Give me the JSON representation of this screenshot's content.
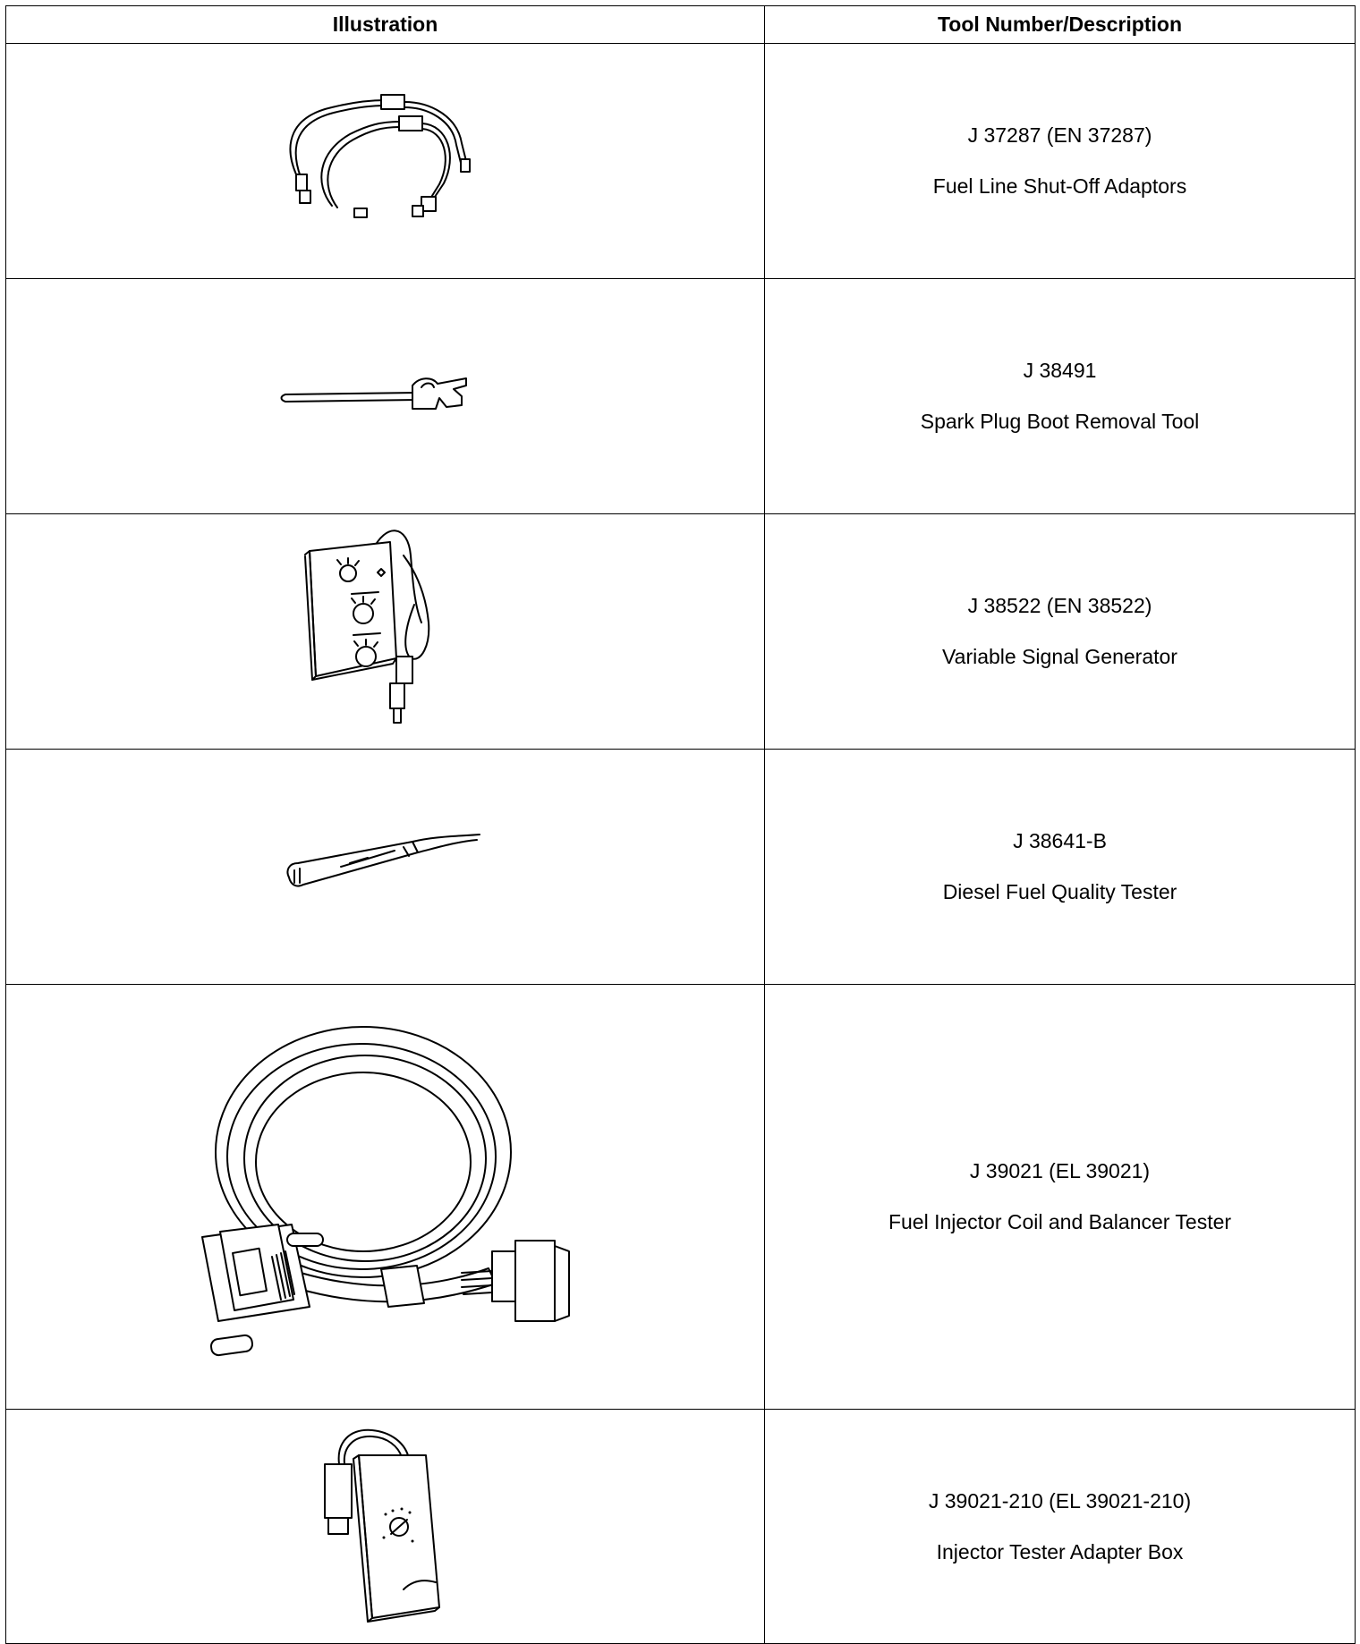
{
  "table": {
    "headers": {
      "illustration": "Illustration",
      "tool": "Tool Number/Description"
    },
    "rows": [
      {
        "number": "J 37287 (EN 37287)",
        "description": "Fuel Line Shut-Off Adaptors",
        "icon": "fuel-line-adaptors-icon"
      },
      {
        "number": "J 38491",
        "description": "Spark Plug Boot Removal Tool",
        "icon": "spark-plug-boot-tool-icon"
      },
      {
        "number": "J 38522 (EN 38522)",
        "description": "Variable Signal Generator",
        "icon": "signal-generator-icon"
      },
      {
        "number": "J 38641-B",
        "description": "Diesel Fuel Quality Tester",
        "icon": "fuel-quality-tester-icon"
      },
      {
        "number": "J 39021 (EL 39021)",
        "description": "Fuel Injector Coil and Balancer Tester",
        "icon": "injector-tester-cable-icon"
      },
      {
        "number": "J 39021-210 (EL 39021-210)",
        "description": "Injector Tester Adapter Box",
        "icon": "adapter-box-icon"
      }
    ]
  }
}
